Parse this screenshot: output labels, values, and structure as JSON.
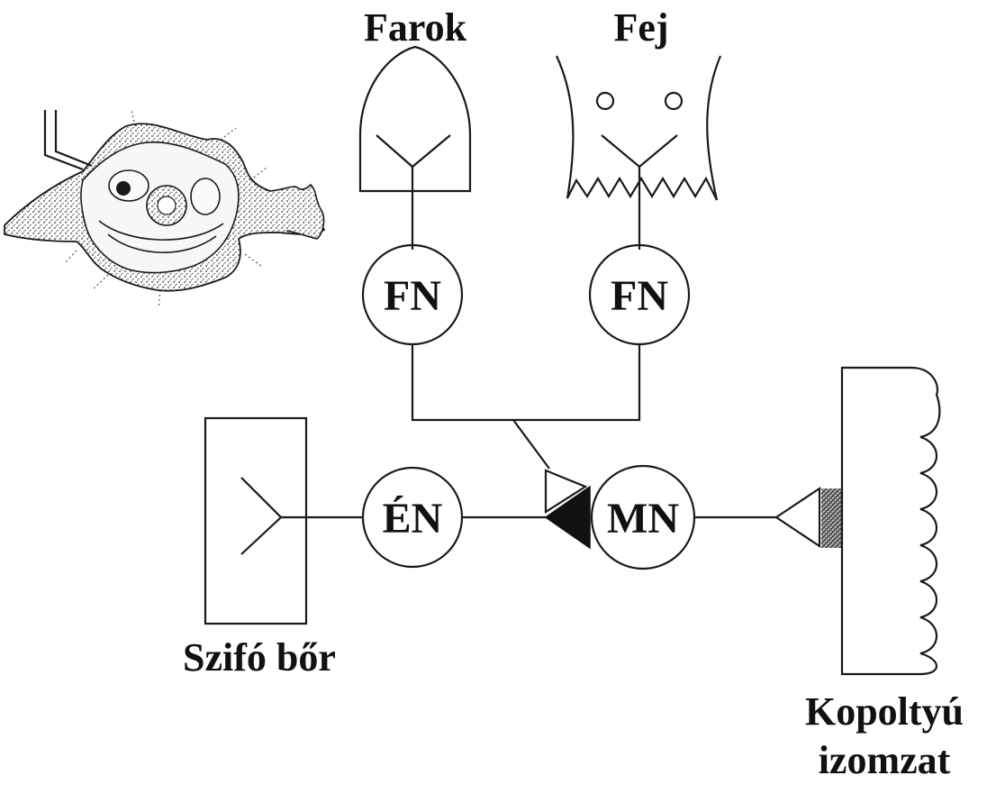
{
  "labels": {
    "tail": "Farok",
    "head": "Fej",
    "siphon_skin": "Szifó bőr",
    "gill_muscle_line1": "Kopoltyú",
    "gill_muscle_line2": "izomzat"
  },
  "nodes": {
    "facilitator_tail": "FN",
    "facilitator_head": "FN",
    "sensory": "ÉN",
    "motor": "MN"
  }
}
